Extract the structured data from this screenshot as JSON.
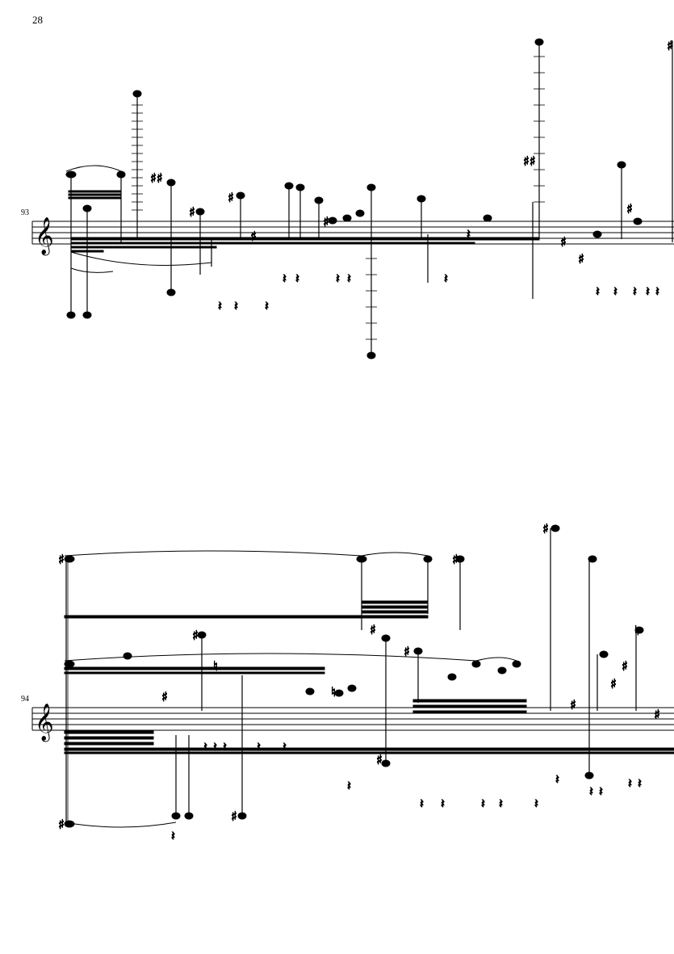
{
  "page": {
    "number": "28"
  },
  "systems": [
    {
      "measure_number": "93",
      "clef": "treble-clef"
    },
    {
      "measure_number": "94",
      "clef": "treble-clef"
    }
  ]
}
